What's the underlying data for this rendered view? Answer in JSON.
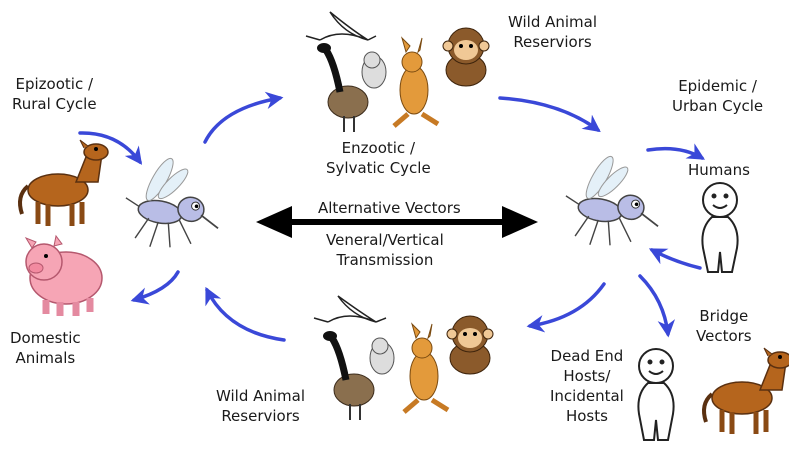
{
  "labels": {
    "epizootic": [
      "Epizootic /",
      "Rural Cycle"
    ],
    "domestic": [
      "Domestic",
      "Animals"
    ],
    "wild_top": [
      "Wild Animal",
      "Reserviors"
    ],
    "wild_bottom": [
      "Wild Animal",
      "Reserviors"
    ],
    "enzootic": [
      "Enzootic /",
      "Sylvatic Cycle"
    ],
    "epidemic": [
      "Epidemic /",
      "Urban Cycle"
    ],
    "humans": "Humans",
    "bridge": [
      "Bridge",
      "Vectors"
    ],
    "dead_end": [
      "Dead End",
      "Hosts/",
      "Incidental",
      "Hosts"
    ],
    "alt_vectors": "Alternative Vectors",
    "transmission": [
      "Veneral/Vertical",
      "Transmission"
    ]
  },
  "colors": {
    "cycle_arrow": "#3a48d8",
    "double_arrow": "#000000",
    "mosquito": "#b9bde6",
    "horse": "#b5651d",
    "pig": "#f6a5b5",
    "monkey": "#8b5a2b",
    "kangaroo": "#e39a3b",
    "goose": "#5e4630"
  },
  "icons": [
    "horse-icon",
    "pig-icon",
    "mosquito-icon",
    "goose-icon",
    "hamster-icon",
    "kangaroo-icon",
    "monkey-icon",
    "bird-icon",
    "stick-person-icon"
  ]
}
